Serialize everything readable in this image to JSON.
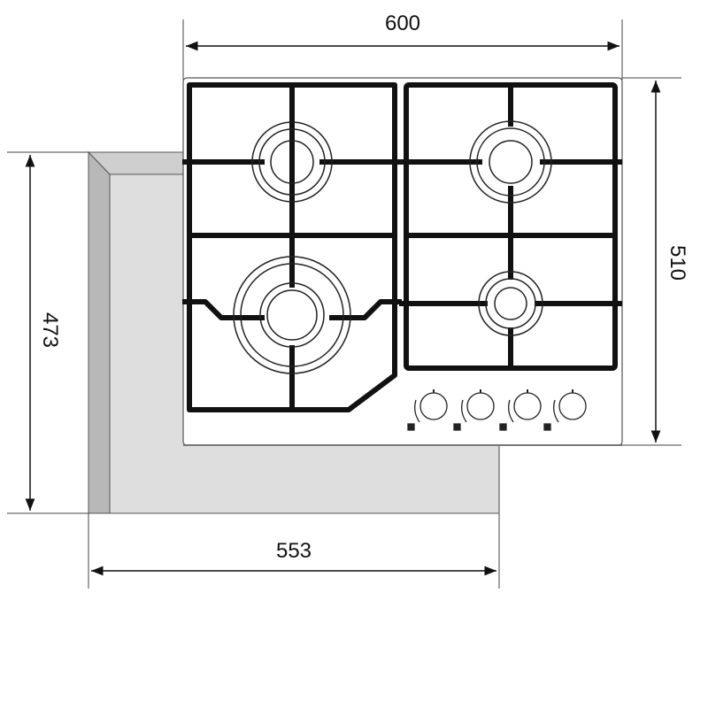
{
  "dimensions": {
    "width_top": "600",
    "depth_right": "510",
    "depth_left": "473",
    "width_bottom": "553"
  },
  "colors": {
    "cutout_fill": "#dedede",
    "cutout_side": "#b8b8b8",
    "hob_fill": "#ffffff",
    "grate": "#111111",
    "line": "#222222"
  },
  "icons": [
    "burner-icon",
    "control-knob-icon",
    "arrow-icon"
  ]
}
